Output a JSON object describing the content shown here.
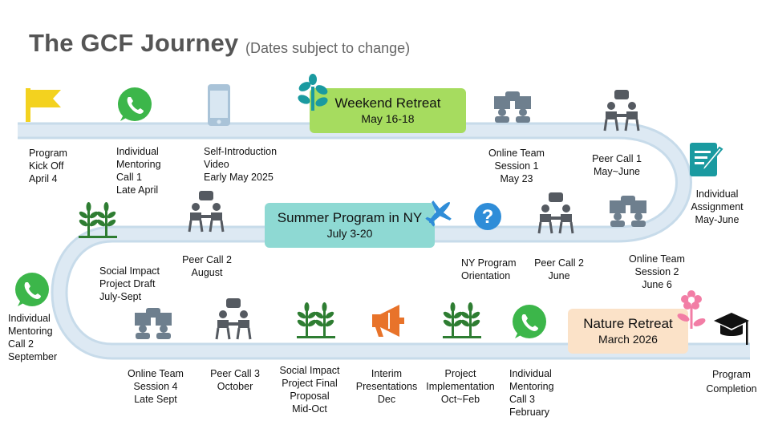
{
  "header": {
    "title": "The GCF Journey",
    "subtitle": "(Dates subject to change)"
  },
  "highlights": {
    "weekend_retreat": {
      "title": "Weekend Retreat",
      "date": "May 16-18"
    },
    "summer_program": {
      "title": "Summer Program in NY",
      "date": "July 3-20"
    },
    "nature_retreat": {
      "title": "Nature Retreat",
      "date": "March 2026"
    }
  },
  "milestones": {
    "kickoff": "Program\nKick Off\nApril 4",
    "mentoring1": "Individual\nMentoring\nCall 1\nLate April",
    "self_intro": "Self-Introduction\nVideo\nEarly May 2025",
    "team1": "Online Team\nSession 1\nMay 23",
    "peer1": "Peer Call 1\nMay~June",
    "assignment": "Individual\nAssignment\nMay-June",
    "peer2_june": "Peer Call 2\nJune",
    "team2": "Online Team\nSession 2\nJune 6",
    "orientation": "NY Program\nOrientation",
    "peer2_aug": "Peer Call 2\nAugust",
    "draft": "Social Impact\nProject Draft\nJuly-Sept",
    "mentoring2": "Individual\nMentoring\nCall 2\nSeptember",
    "team4": "Online Team\nSession 4\nLate Sept",
    "peer3": "Peer Call 3\nOctober",
    "final_proposal": "Social Impact\nProject Final\nProposal\nMid-Oct",
    "interim": "Interim\nPresentations\nDec",
    "implementation": "Project\nImplementation\nOct~Feb",
    "mentoring3": "Individual\nMentoring\nCall 3\nFebruary",
    "completion": "Program\nCompletion"
  },
  "icons": {
    "kickoff": "flag-icon",
    "mentoring": "whatsapp-icon",
    "self_intro": "phone-icon",
    "retreat": "sprout-icon",
    "team": "team-session-icon",
    "peer": "peer-call-icon",
    "assignment": "assignment-icon",
    "summer": "airplane-icon",
    "orientation": "question-icon",
    "growth": "wheat-icon",
    "interim": "megaphone-icon",
    "nature": "flower-icon",
    "completion": "graduation-cap-icon"
  },
  "colors": {
    "path": "#d7e6f1",
    "weekend_box": "#a6dc5f",
    "summer_box": "#8ed9d3",
    "nature_box": "#fbe2c8",
    "flag": "#f3d21f",
    "whatsapp": "#3cb64a",
    "dark_icon": "#555a61",
    "slate_icon": "#6e7f8e",
    "teal_icon": "#1a9aa0",
    "blue_icon": "#2f8dd8",
    "plant": "#2e7d32",
    "megaphone": "#e8732a",
    "flower": "#f27da5"
  }
}
